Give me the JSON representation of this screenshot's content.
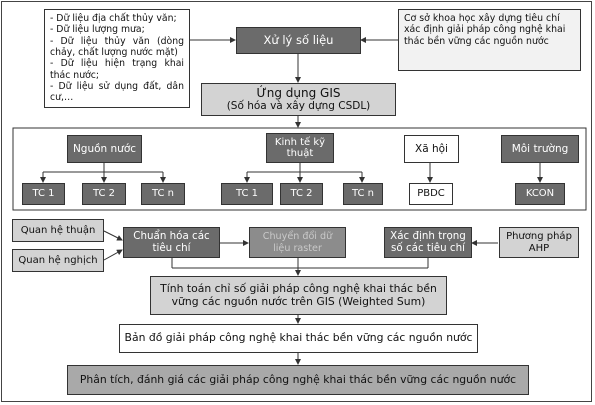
{
  "data_sources": [
    "- Dữ liệu địa chất thủy văn;",
    "- Dữ liệu lượng mưa;",
    "- Dữ liệu thủy văn (dòng chảy, chất lượng nước mặt)",
    "- Dữ liệu hiện trạng khai thác nước;",
    "- Dữ liệu sử dụng đất, dân cư,…"
  ],
  "scientific_basis": "Cơ sở khoa học xây dựng tiêu chí xác định giải pháp công nghệ khai thác bền vững các nguồn nước",
  "data_processing": "Xử lý số liệu",
  "gis_title": "Ứng dụng GIS",
  "gis_subtitle": "(Số hóa và xây dựng CSDL)",
  "groups": {
    "water": "Nguồn nước",
    "economy": "Kinh tế kỹ thuật",
    "society": "Xã hội",
    "environment": "Môi trường"
  },
  "criteria": {
    "w1": "TC 1",
    "w2": "TC 2",
    "wn": "TC n",
    "e1": "TC 1",
    "e2": "TC 2",
    "en": "TC n",
    "pbdc": "PBDC",
    "kcon": "KCON"
  },
  "relations": {
    "direct": "Quan hệ thuận",
    "inverse": "Quan hệ nghịch"
  },
  "standardize": "Chuẩn hóa các tiêu chí",
  "raster": "Chuyển đổi dữ liệu raster",
  "weights": "Xác định trọng số các tiêu chí",
  "ahp": "Phương pháp AHP",
  "weighted_sum": "Tính toán chỉ số giải pháp công nghệ khai thác bền vững các nguồn nước trên GIS (Weighted Sum)",
  "map": "Bản đồ giải pháp công nghệ khai thác bền vững các nguồn nước",
  "analysis": "Phân tích, đánh giá các giải pháp công nghệ khai thác bền vững các nguồn nước",
  "colors": {
    "dark": "#6b6b6b",
    "mid": "#8c8c8c",
    "medium": "#a9a9a9",
    "light": "#d3d3d3",
    "line": "#333333"
  }
}
